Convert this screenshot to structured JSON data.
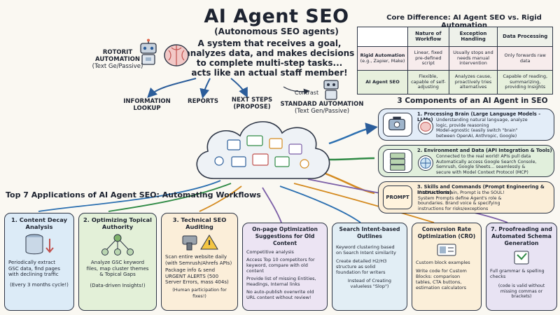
{
  "header": {
    "title": "AI Agent SEO",
    "subtitle": "(Autonomous SEO agents)",
    "definition": [
      "A system that receives a goal,",
      "analyzes data, and makes decisions",
      "to complete multi-step tasks...",
      "acts like an actual staff member!"
    ]
  },
  "robot_left": {
    "name": "ROTORIT",
    "line2": "AUTOMATION",
    "line3": "(Text Ge/Passive)"
  },
  "robot_right": {
    "contrast": "Contrast",
    "name": "STANDARD AUTOMATION",
    "line2": "(Text Gen/Passive)"
  },
  "arrows": {
    "info": [
      "INFORMATION",
      "LOOKUP"
    ],
    "reports": "REPORTS",
    "next": [
      "NEXT STEPS",
      "(PROPOSE)"
    ]
  },
  "comparison": {
    "title": "Core Difference: AI Agent SEO vs. Rigid Automation",
    "headers": [
      "Nature of Workflow",
      "Exception Handling",
      "Data Processing"
    ],
    "rows": [
      {
        "label": "Rigid Automation",
        "label2": "(e.g., Zapier, Make)",
        "cells": [
          "Linear, fixed pre-defined script",
          "Usually stops and needs manual intervention",
          "Only forwards raw data"
        ]
      },
      {
        "label": "AI Agent SEO",
        "label2": "",
        "cells": [
          "Flexible, capable of self-adjusting",
          "Analyzes cause, proactively tries alternatives",
          "Capable of reading, summarizing, providing Insights"
        ]
      }
    ]
  },
  "components": {
    "title": "3 Components of an AI Agent in SEO",
    "items": [
      {
        "title": "1. Processing Brain (Large Language Models - LLMs)",
        "body": [
          "Understanding natural language, analyze",
          "logic, provide reasoning",
          "Model-agnostic (easily switch \"brain\"",
          "between OpenAI, Anthropic, Google)"
        ]
      },
      {
        "title": "2. Environment and Data (API Integration & Tools)",
        "body": [
          "Connected to the real world! APIs pull data",
          "Automatically access Google Search Console,",
          "Semrush, Google Sheets... seamlessly &",
          "secure with Model Context Protocol (MCP)"
        ]
      },
      {
        "title": "3. Skills and Commands (Prompt Engineering & Instructions)",
        "icon_label": "PROMPT",
        "body": [
          "If LLM is the brain, Prompt is the SOUL!",
          "System Prompts define Agent's role &",
          "boundaries. Brand voice & specifying",
          "instructions for risks/exceptions"
        ]
      }
    ]
  },
  "apps": {
    "title": "Top 7 Applications of AI Agent SEO: Automating Workflows",
    "cards": [
      {
        "title": [
          "1. Content Decay",
          "Analysis"
        ],
        "body": [
          "Periodically extract",
          "GSC data, find pages",
          "with declining traffic"
        ],
        "note": "(Every 3 months cycle!)",
        "color": "#dcebf7"
      },
      {
        "title": [
          "2. Optimizing Topical",
          "Authority"
        ],
        "body": [
          "Analyze GSC keyword",
          "files, map cluster themes",
          "& Topical Gaps"
        ],
        "note": "(Data-driven Insights!)",
        "color": "#e3f0d8"
      },
      {
        "title": [
          "3. Technical SEO",
          "Auditing"
        ],
        "body": [
          "Scan entire website daily",
          "(with Semrush/Ahrefs APIs)",
          "Package info & send",
          "URGENT ALERTS (500",
          "Server Errors, mass 404s)"
        ],
        "note": "(Human participation for fixes!)",
        "color": "#fbeed9"
      },
      {
        "title": [
          "On-page Optimization",
          "Suggestions for Old Content"
        ],
        "body": [
          "Competitive analysis",
          "Access Top 10 competitors for",
          "keyword, compare with old",
          "content",
          "Provide list of missing Entities,",
          "Headings, Internal links",
          "No auto-publish overwrite old",
          "URL content without review!"
        ],
        "note": "",
        "color": "#ece4f3"
      },
      {
        "title": [
          "Search Intent-based",
          "Outlines"
        ],
        "body": [
          "Keyword clustering based",
          "on Search Intent similarity",
          "Create detailed H2/H3",
          "structure as solid",
          "foundation for writers",
          "Instead of Creating",
          "valueless \"Slop\")"
        ],
        "note": "",
        "color": "#e2eef5"
      },
      {
        "title": [
          "Conversion Rate",
          "Optimization (CRO)"
        ],
        "body": [
          "Custom block examples",
          "Write code for Custom",
          "Blocks: comparison",
          "tables, CTA buttons,",
          "estimation calculators"
        ],
        "note": "",
        "color": "#fbefd9"
      },
      {
        "title": [
          "7. Proofreading and",
          "Automated Schema",
          "Generation"
        ],
        "body": [
          "Full grammar & spelling",
          "checks"
        ],
        "note": "(code is valid without missing commas or brackets)",
        "color": "#e8e3f3"
      }
    ]
  }
}
